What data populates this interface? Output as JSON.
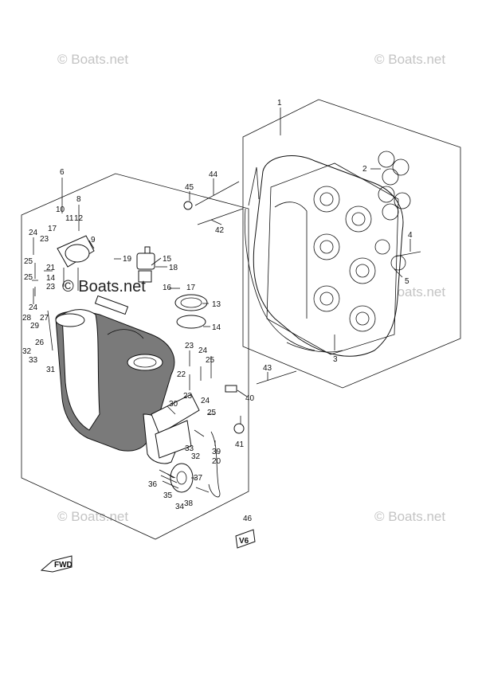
{
  "watermarks": {
    "top_left": "© Boats.net",
    "top_right": "© Boats.net",
    "middle_right": "© Boats.net",
    "bottom_left": "© Boats.net",
    "bottom_right": "© Boats.net",
    "center": "© Boats.net"
  },
  "callouts": {
    "c1": "1",
    "c2": "2",
    "c3": "3",
    "c4": "4",
    "c5": "5",
    "c6": "6",
    "c8": "8",
    "c9": "9",
    "c10": "10",
    "c11": "11",
    "c12": "12",
    "c13": "13",
    "c14a": "14",
    "c14b": "14",
    "c15": "15",
    "c16": "16",
    "c17a": "17",
    "c17b": "17",
    "c18": "18",
    "c19": "19",
    "c20": "20",
    "c21": "21",
    "c22": "22",
    "c23a": "23",
    "c23b": "23",
    "c23c": "23",
    "c23d": "23",
    "c24a": "24",
    "c24b": "24",
    "c24c": "24",
    "c24d": "24",
    "c25a": "25",
    "c25b": "25",
    "c25c": "25",
    "c25d": "25",
    "c26": "26",
    "c27": "27",
    "c28": "28",
    "c29": "29",
    "c30": "30",
    "c31": "31",
    "c32a": "32",
    "c32b": "32",
    "c33a": "33",
    "c33b": "33",
    "c34": "34",
    "c35": "35",
    "c36": "36",
    "c37": "37",
    "c38": "38",
    "c39": "39",
    "c40": "40",
    "c41": "41",
    "c42": "42",
    "c43": "43",
    "c44": "44",
    "c45": "45",
    "c46": "46"
  },
  "badge_text": "V6",
  "fwd_text": "FWD"
}
